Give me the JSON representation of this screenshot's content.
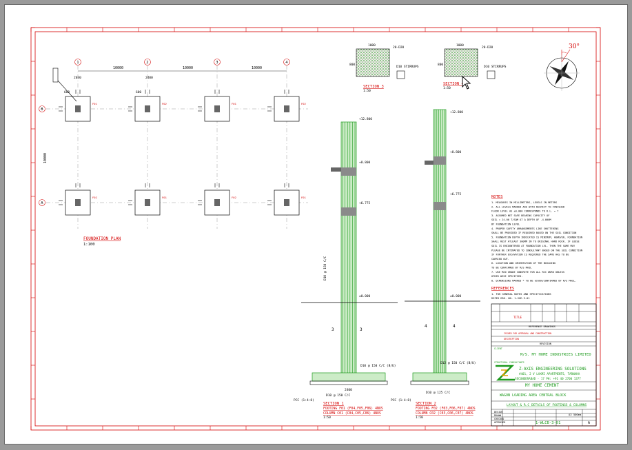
{
  "window": {
    "title": ""
  },
  "grid": {
    "col_labels": [
      "1",
      "2",
      "3",
      "4"
    ],
    "row_labels": [
      "B",
      "A"
    ],
    "spacings": [
      "10000",
      "10000",
      "10000"
    ],
    "row_spacing": "10000"
  },
  "plan": {
    "title": "FOUNDATION PLAN",
    "scale": "1:100",
    "dims": [
      "2030",
      "2400",
      "600",
      "600"
    ],
    "footing_tags": [
      "F01",
      "F02",
      "F01",
      "F02",
      "F02",
      "F01",
      "F02",
      "F01"
    ]
  },
  "section3": {
    "title": "SECTION 3",
    "scale": "1:50",
    "dim_top": "1000",
    "dim_side": "800",
    "label": "D10 STIRRUPS",
    "bar": "20-D20"
  },
  "section4": {
    "title": "SECTION 4",
    "scale": "1:50",
    "dim_top": "1000",
    "dim_side": "800",
    "label": "D10 STIRRUPS",
    "bar": "20-D20"
  },
  "compass": {
    "angle": "30°"
  },
  "elevation1": {
    "levels": [
      "+12.800",
      "+8.800",
      "+6.775",
      "±0.000"
    ],
    "bars": [
      "D10 @ 150 C/C",
      "D10 @ 150 C/C (B/U)",
      "D10 @ 150 C/C"
    ],
    "width": "2400",
    "marks": [
      "3",
      "3"
    ],
    "bottom": "PCC (1:4:8)",
    "caption_title": "SECTION 1",
    "caption_line1": "FOOTING F01 (F04,F05,F06) 4NOS",
    "caption_line2": "COLUMN C01 (C04,C05,C06) 4NOS",
    "caption_scale": "1:50"
  },
  "elevation2": {
    "levels": [
      "+12.800",
      "+8.800",
      "+6.775",
      "±0.000"
    ],
    "bars": [
      "D12 @ 150 C/C (B/U)",
      "D10 @ 125 C/C"
    ],
    "marks": [
      "4",
      "4"
    ],
    "bottom": "PCC (1:4:8)",
    "caption_title": "SECTION 2",
    "caption_line1": "FOOTING F02 (F03,F06,F07) 4NOS",
    "caption_line2": "COLUMN C02 (C03,C06,C07) 4NOS",
    "caption_scale": "1:50"
  },
  "notes": {
    "heading": "NOTES",
    "items": [
      "1. MEASURES IN MILLIMETERS, LEVELS IN METERS",
      "2. ALL LEVELS MARKED ARE WITH RESPECT TO FINISHED",
      "   FLOOR LEVEL AS ±0.000 CORRESPONDS TO R.L. = ?",
      "3. ASSUMED NET SAFE BEARING CAPACITY OF",
      "   SOIL = 24.00 T/SQM AT A DEPTH OF -4.000M",
      "   BY FOUNDATION LEVEL",
      "4. PROPER SAFETY ARRANGEMENTS LIKE SHUTTERING",
      "   SHALL BE PROVIDED IF REQUIRED BASED ON THE SOIL CONDITION",
      "5. FOUNDATION DEPTH INDICATED IS MINIMUM, HOWEVER, FOUNDATION",
      "   SHALL REST ATLEAST 300MM IN TO ORIGINAL HARD ROCK. IF LOOSE",
      "   SOIL IS ENCOUNTERED AT FOUNDATION LVL. THEN THE SAME MAY",
      "   PLEASE BE INTIMATED TO CONSULTANT BASED ON THE SOIL CONDITION",
      "   IF FURTHER EXCAVATION IS REQUIRED THE SAME HAS TO BE",
      "   CARRIED OUT.",
      "6. LOCATION AND ORIENTATION OF THE BUILDING",
      "   TO BE CONFIRMED BY M/S MHIL",
      "7. USE M20 GRADE CONCRETE FOR ALL RCC WORK UNLESS",
      "   OTHER WISE SPECIFIED.",
      "8. DIMENSIONS MARKED * TO BE GIVEN/CONFIRMED BY M/S MHIL."
    ],
    "ref_heading": "REFERENCES",
    "ref_items": [
      "1. FOR GENERAL NOTES AND SPECIFICATIONS",
      "   REFER DRG. NO. 1-SGE-3-01"
    ]
  },
  "titleblock": {
    "client_label": "CLIENT",
    "client": "M/S. MY HOME INDUSTRIES LIMITED",
    "consultant_label": "STRUCTURAL CONSULTANTS",
    "consultant": "Z-AXIS ENGINEERING SOLUTIONS",
    "address1": "#401, 2 V LAXMI APARTMENTS, TARNAKA",
    "address2": "SECUNDERABAD - 17 PH: +91 40 2700 1377",
    "project": "MY HOME CEMENT",
    "project_sub": "WAGON LOADING AREA CENTRAL BLOCK",
    "drawing_title": "LAYOUT & R.C DETAILS OF FOOTINGS & COLUMNS",
    "rev_label": "TITLE",
    "sheet": "A3 500mm",
    "sheet_no": "A",
    "drg_no": "1-WLCB-3-01",
    "ref_label": "REFERENCE DRAWINGS",
    "revision_label": "REVISION",
    "rows": [
      "DESIGN",
      "DRAWN",
      "CHECKED",
      "APPROVED"
    ],
    "desc_label": "DESCRIPTION",
    "desc_row": "ISSUED FOR APPROVAL AND CONSTRUCTION"
  }
}
